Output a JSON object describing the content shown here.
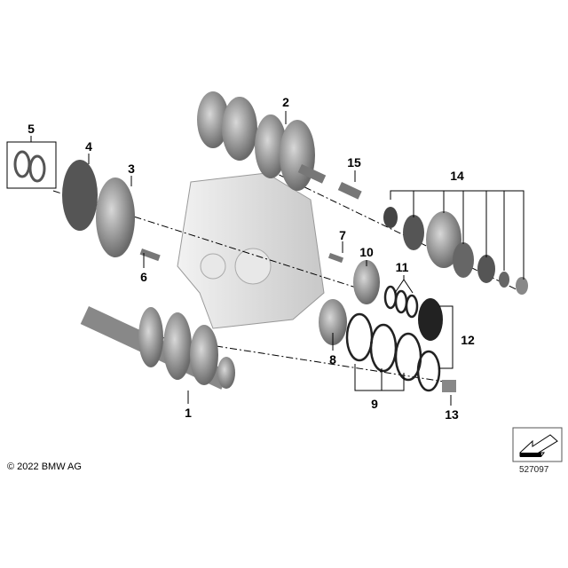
{
  "diagram": {
    "part_labels": [
      "1",
      "2",
      "3",
      "4",
      "5",
      "6",
      "7",
      "8",
      "9",
      "10",
      "11",
      "12",
      "13",
      "14",
      "15"
    ],
    "copyright": "© 2022 BMW AG",
    "image_number": "527097",
    "icon": "orientation-arrow-icon"
  }
}
